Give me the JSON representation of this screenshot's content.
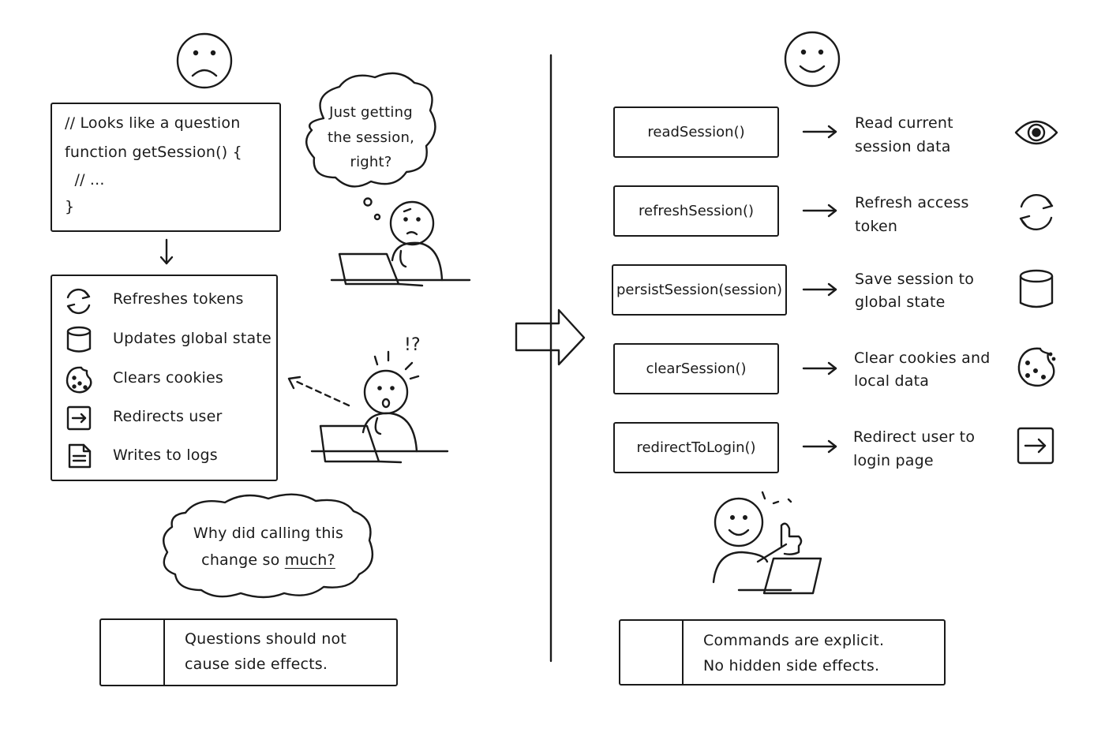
{
  "left": {
    "code_lines": [
      "// Looks like a question",
      "function getSession() {",
      "  // ...",
      "}"
    ],
    "thought_bubble": [
      "Just getting",
      "the session,",
      "right?"
    ],
    "effects": [
      {
        "icon": "refresh-icon",
        "label": "Refreshes tokens"
      },
      {
        "icon": "database-icon",
        "label": "Updates global state"
      },
      {
        "icon": "cookie-icon",
        "label": "Clears cookies"
      },
      {
        "icon": "redirect-icon",
        "label": "Redirects user"
      },
      {
        "icon": "document-icon",
        "label": "Writes to logs"
      }
    ],
    "surprise_mark": "!?",
    "speech_bubble": {
      "line1": "Why did calling this",
      "line2_prefix": "change so ",
      "line2_emph": "much?"
    },
    "verdict": {
      "icon": "x-icon",
      "line1": "Questions should not",
      "line2": "cause side effects."
    }
  },
  "right": {
    "commands": [
      {
        "name": "readSession()",
        "desc1": "Read current",
        "desc2": "session data",
        "icon": "eye-icon"
      },
      {
        "name": "refreshSession()",
        "desc1": "Refresh access",
        "desc2": "token",
        "icon": "refresh-icon"
      },
      {
        "name": "persistSession(session)",
        "desc1": "Save session to",
        "desc2": "global state",
        "icon": "database-icon"
      },
      {
        "name": "clearSession()",
        "desc1": "Clear cookies and",
        "desc2": "local data",
        "icon": "cookie-icon"
      },
      {
        "name": "redirectToLogin()",
        "desc1": "Redirect user to",
        "desc2": "login page",
        "icon": "redirect-icon"
      }
    ],
    "verdict": {
      "icon": "check-icon",
      "line1": "Commands are explicit.",
      "line2": "No hidden side effects."
    }
  }
}
